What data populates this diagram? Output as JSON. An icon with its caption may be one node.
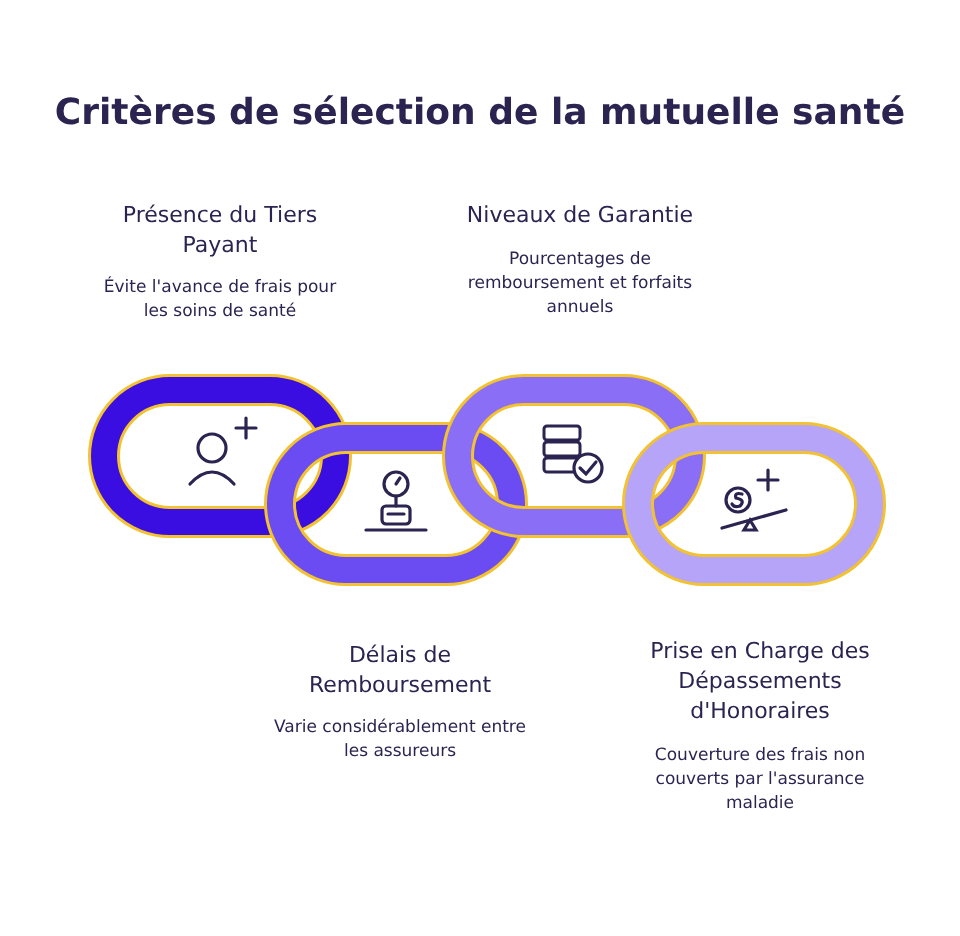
{
  "diagram": {
    "title": "Critères de sélection de la mutuelle santé",
    "nodes": [
      {
        "text": [],
        "shape": "link",
        "beside": [
          "Présence du Tiers Payant",
          "Évite l'avance de frais pour les soins de santé"
        ]
      },
      {
        "text": [],
        "shape": "link",
        "beside": [
          "Délais de Remboursement",
          "Varie considérablement entre les assureurs"
        ]
      },
      {
        "text": [],
        "shape": "link",
        "beside": [
          "Niveaux de Garantie",
          "Pourcentages de remboursement et forfaits annuels"
        ]
      },
      {
        "text": [],
        "shape": "link",
        "beside": [
          "Prise en Charge des Dépassements d'Honoraires",
          "Couverture des frais non couverts par l'assurance maladie"
        ]
      }
    ]
  }
}
